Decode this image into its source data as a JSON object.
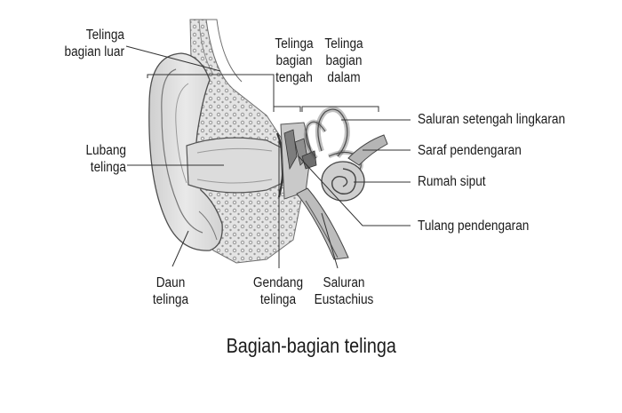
{
  "labels": {
    "outer_ear": [
      "Telinga",
      "bagian luar"
    ],
    "middle_ear": [
      "Telinga",
      "bagian",
      "tengah"
    ],
    "inner_ear": [
      "Telinga",
      "bagian",
      "dalam"
    ],
    "ear_canal": [
      "Lubang",
      "telinga"
    ],
    "semicircular_canals": "Saluran setengah lingkaran",
    "auditory_nerve": "Saraf pendengaran",
    "cochlea": "Rumah siput",
    "ossicles": "Tulang pendengaran",
    "pinna": [
      "Daun",
      "telinga"
    ],
    "eardrum": [
      "Gendang",
      "telinga"
    ],
    "eustachian_tube": [
      "Saluran",
      "Eustachius"
    ]
  },
  "caption": "Bagian-bagian telinga"
}
